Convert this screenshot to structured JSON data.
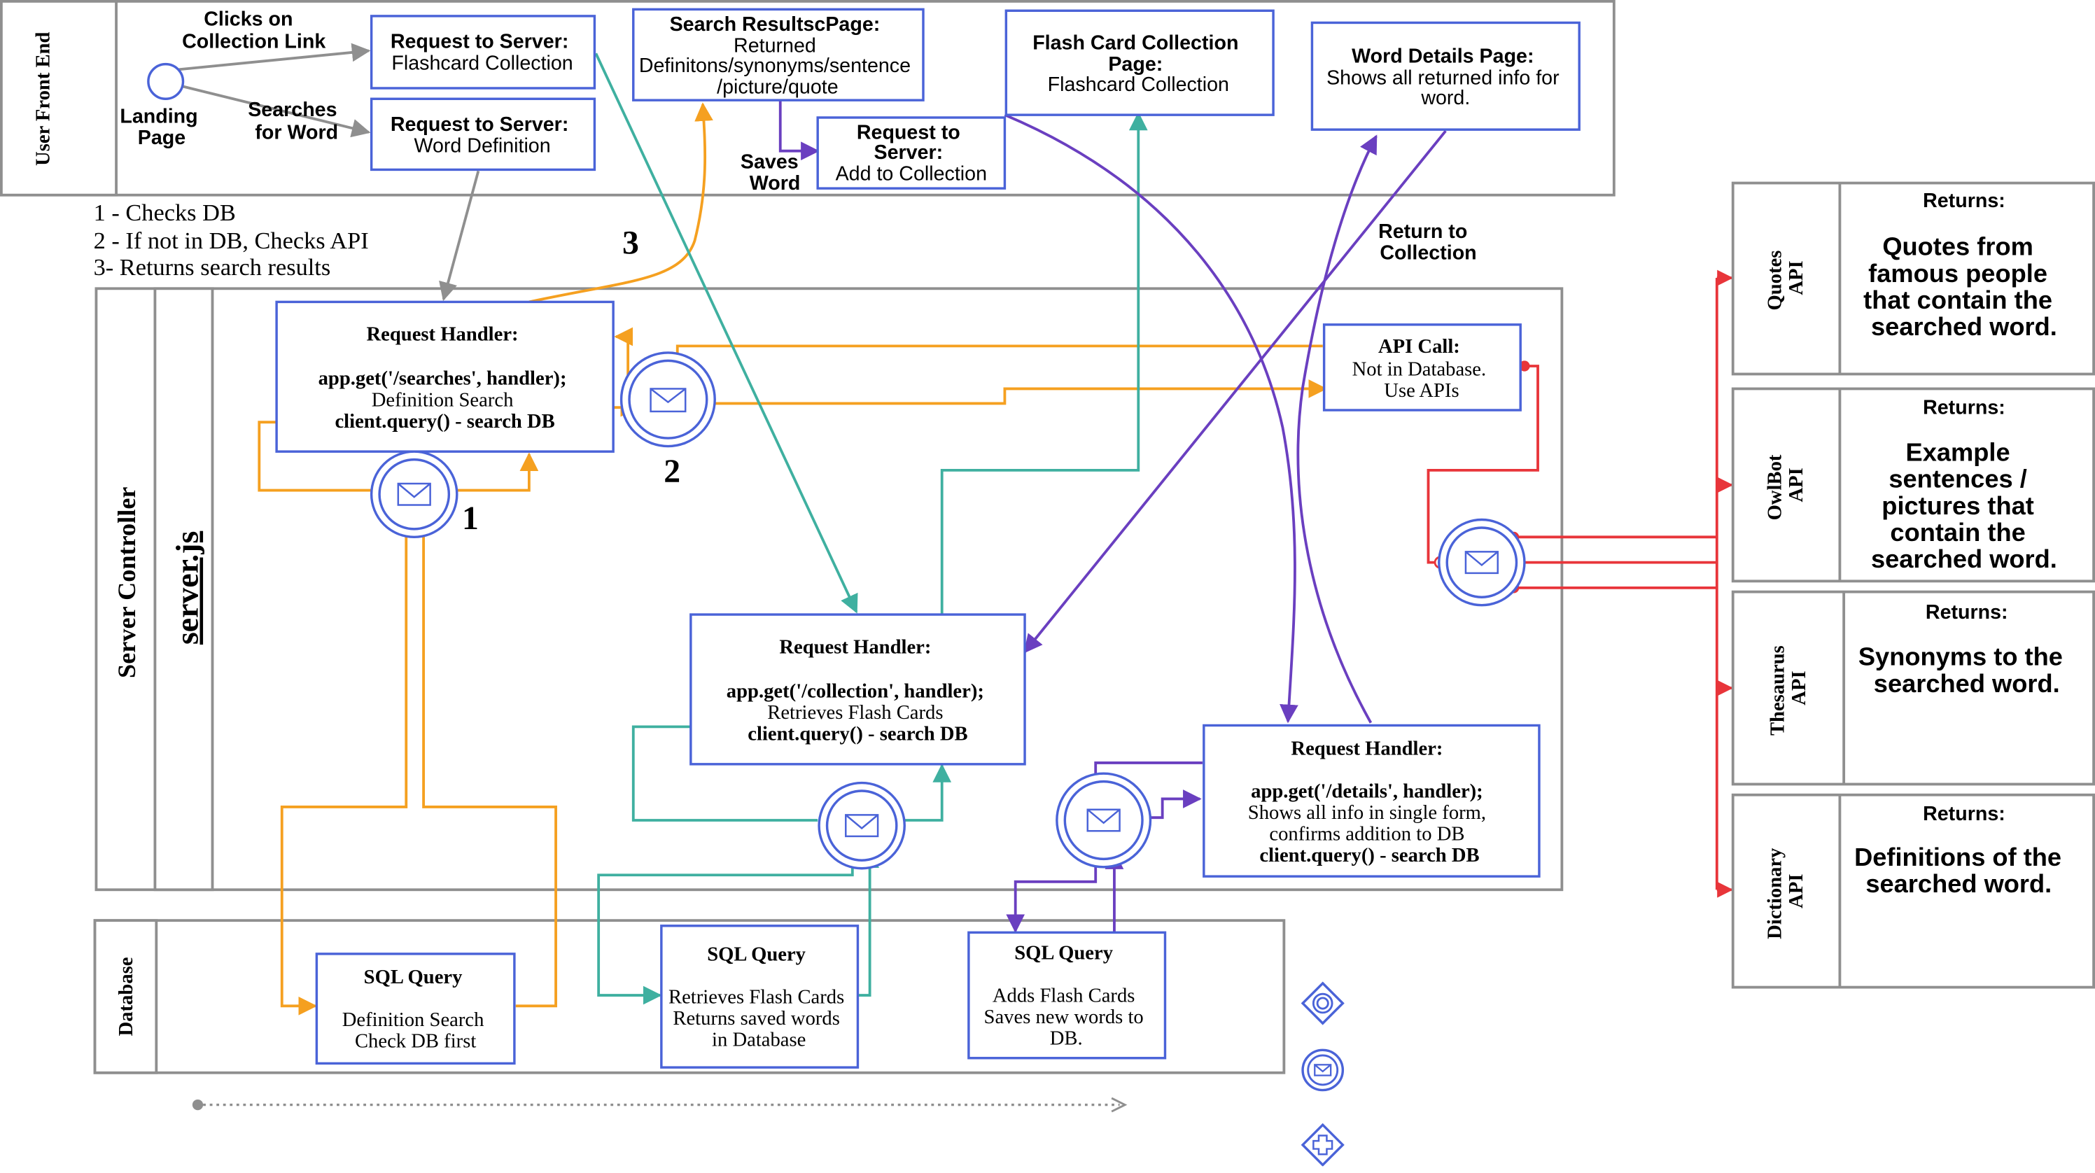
{
  "colors": {
    "task_border": "#4a63d8",
    "lane_border": "#8f8f8f",
    "flow_gray": "#8f8f8f",
    "flow_orange": "#f5a020",
    "flow_teal": "#3fb0a0",
    "flow_purple": "#6a3fc0",
    "flow_red": "#e8353a"
  },
  "icons": [
    "envelope-event-icon",
    "intermediate-event-icon",
    "message-event-icon",
    "plus-gateway-icon"
  ],
  "lanes": {
    "frontend": "User Front End",
    "server": "Server Controller",
    "serverjs": "server.js",
    "database": "Database"
  },
  "frontend": {
    "clicks_label": [
      "Clicks on",
      "Collection Link"
    ],
    "searches_label": [
      "Searches",
      "for Word"
    ],
    "landing_label": [
      "Landing",
      "Page"
    ],
    "req_flashcards": {
      "title": "Request to Server:",
      "lines": [
        "Flashcard Collection"
      ]
    },
    "req_word": {
      "title": "Request to Server:",
      "lines": [
        "Word Definition"
      ]
    },
    "search_results": {
      "title": "Search ResultscPage:",
      "lines": [
        "Returned",
        "Definitons/synonyms/sentence",
        "/picture/quote"
      ]
    },
    "saves_word": [
      "Saves",
      "Word"
    ],
    "req_add": {
      "title": [
        "Request to",
        "Server:"
      ],
      "lines": [
        "Add to Collection"
      ]
    },
    "flashcard_page": {
      "title": [
        "Flash Card Collection",
        "Page:"
      ],
      "lines": [
        "Flashcard Collection"
      ]
    },
    "word_details": {
      "title": "Word Details Page:",
      "lines": [
        "Shows all returned info for",
        "word."
      ]
    }
  },
  "notes": [
    "1 - Checks DB",
    "2 - If not in DB, Checks API",
    "3- Returns search results"
  ],
  "step_numbers": [
    "1",
    "2",
    "3"
  ],
  "return_label": [
    "Return to",
    "Collection"
  ],
  "server": {
    "handler_searches": {
      "title": "Request Handler:",
      "route": "app.get('/searches', handler);",
      "desc": "Definition Search",
      "query": "client.query() - search DB"
    },
    "api_call": {
      "title": "API Call:",
      "lines": [
        "Not in Database.",
        "Use APIs"
      ]
    },
    "handler_collection": {
      "title": "Request Handler:",
      "route": "app.get('/collection', handler);",
      "desc": "Retrieves Flash Cards",
      "query": "client.query() - search DB"
    },
    "handler_details": {
      "title": "Request Handler:",
      "route": "app.get('/details', handler);",
      "desc": [
        "Shows all info in single form,",
        "confirms addition to DB"
      ],
      "query": "client.query() - search DB"
    }
  },
  "database": {
    "sql1": {
      "title": "SQL Query",
      "lines": [
        "Definition Search",
        "Check DB first"
      ]
    },
    "sql2": {
      "title": "SQL Query",
      "lines": [
        "Retrieves Flash Cards",
        "Returns saved words",
        "in Database"
      ]
    },
    "sql3": {
      "title": "SQL Query",
      "lines": [
        "Adds Flash Cards",
        "Saves new words to",
        "DB."
      ]
    }
  },
  "apis": [
    {
      "name": [
        "Quotes",
        "API"
      ],
      "returns": "Returns:",
      "desc": [
        "Quotes from",
        "famous people",
        "that contain the",
        "searched word."
      ]
    },
    {
      "name": [
        "OwlBot",
        "API"
      ],
      "returns": "Returns:",
      "desc": [
        "Example",
        "sentences /",
        "pictures that",
        "contain the",
        "searched word."
      ]
    },
    {
      "name": [
        "Thesaurus",
        "API"
      ],
      "returns": "Returns:",
      "desc": [
        "Synonyms to the",
        "searched word."
      ]
    },
    {
      "name": [
        "Dictionary",
        "API"
      ],
      "returns": "Returns:",
      "desc": [
        "Definitions of the",
        "searched word."
      ]
    }
  ]
}
